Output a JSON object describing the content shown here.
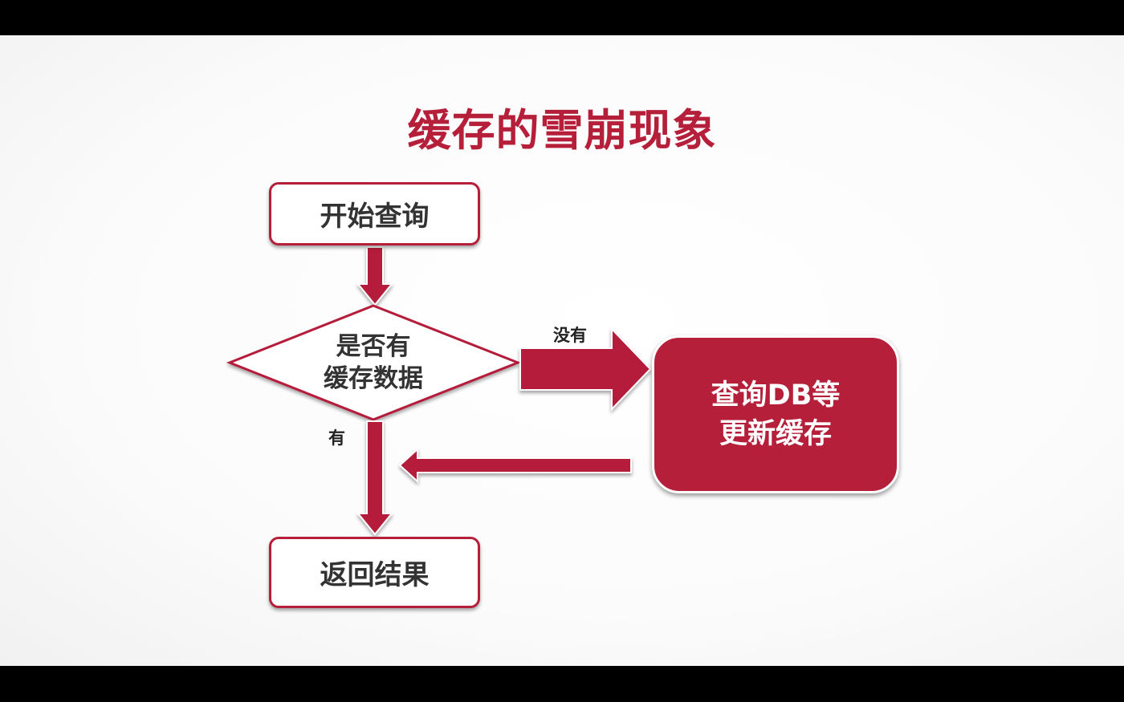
{
  "title": "缓存的雪崩现象",
  "nodes": {
    "start": "开始查询",
    "decision_line1": "是否有",
    "decision_line2": "缓存数据",
    "db_line1": "查询DB等",
    "db_line2": "更新缓存",
    "end": "返回结果"
  },
  "edges": {
    "no": "没有",
    "yes": "有"
  },
  "colors": {
    "accent": "#b51f3a",
    "text": "#333333",
    "background": "#ffffff"
  }
}
